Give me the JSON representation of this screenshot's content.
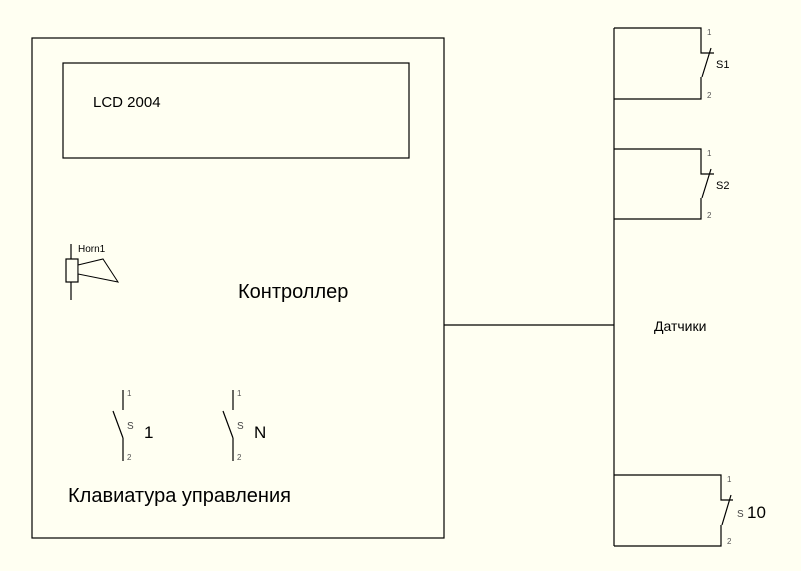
{
  "colors": {
    "background": "#fffff2",
    "line": "#000000"
  },
  "controller": {
    "label": "Контроллер"
  },
  "lcd": {
    "label": "LCD 2004"
  },
  "horn": {
    "label": "Horn1"
  },
  "keyboard": {
    "label": "Клавиатура управления",
    "switches": [
      {
        "prefix": "S",
        "id": "1",
        "pin1": "1",
        "pin2": "2"
      },
      {
        "prefix": "S",
        "id": "N",
        "pin1": "1",
        "pin2": "2"
      }
    ]
  },
  "sensors": {
    "label": "Датчики",
    "switches": [
      {
        "label": "S1",
        "pin1": "1",
        "pin2": "2"
      },
      {
        "label": "S2",
        "pin1": "1",
        "pin2": "2"
      },
      {
        "prefix": "S",
        "id": "10",
        "pin1": "1",
        "pin2": "2"
      }
    ]
  }
}
